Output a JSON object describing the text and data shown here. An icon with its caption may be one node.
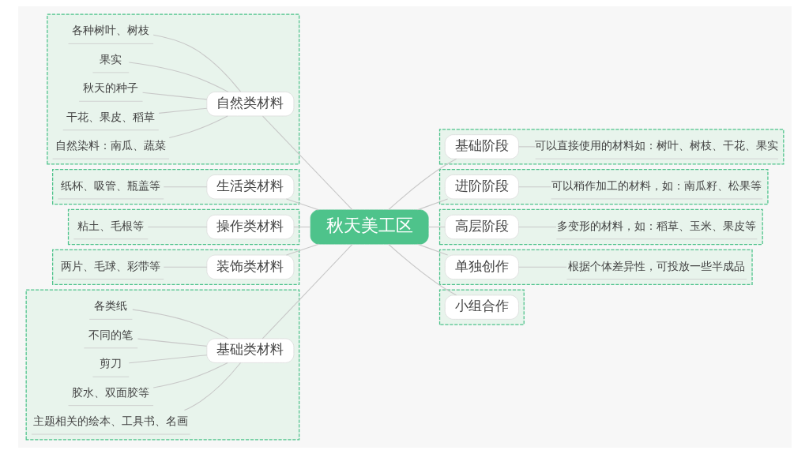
{
  "diagram": {
    "nodes": [
      {
        "text": [
          "秋天美工区"
        ]
      },
      {
        "text": [],
        "shape": "box"
      },
      {
        "text": [
          "自然类材料"
        ],
        "in": 1
      },
      {
        "text": [
          "各种树叶、树枝"
        ],
        "in": 1
      },
      {
        "text": [
          "果实"
        ],
        "in": 1
      },
      {
        "text": [
          "秋天的种子"
        ],
        "in": 1
      },
      {
        "text": [
          "干花、果皮、稻草"
        ],
        "in": 1
      },
      {
        "text": [
          "自然染料：南瓜、蔬菜"
        ],
        "in": 1
      },
      {
        "text": [],
        "shape": "box"
      },
      {
        "text": [
          "生活类材料"
        ],
        "in": 8
      },
      {
        "text": [
          "纸杯、吸管、瓶盖等"
        ],
        "in": 8
      },
      {
        "text": [],
        "shape": "box"
      },
      {
        "text": [
          "操作类材料"
        ],
        "in": 11
      },
      {
        "text": [
          "粘土、毛根等"
        ],
        "in": 11
      },
      {
        "text": [],
        "shape": "box"
      },
      {
        "text": [
          "装饰类材料"
        ],
        "in": 14
      },
      {
        "text": [
          "两片、毛球、彩带等"
        ],
        "in": 14
      },
      {
        "text": [],
        "shape": "box"
      },
      {
        "text": [
          "基础类材料"
        ],
        "in": 17
      },
      {
        "text": [
          "各类纸"
        ],
        "in": 17
      },
      {
        "text": [
          "不同的笔"
        ],
        "in": 17
      },
      {
        "text": [
          "剪刀"
        ],
        "in": 17
      },
      {
        "text": [
          "胶水、双面胶等"
        ],
        "in": 17
      },
      {
        "text": [
          "主题相关的绘本、工具书、名画"
        ],
        "in": 17
      },
      {
        "text": [],
        "shape": "box"
      },
      {
        "text": [
          "基础阶段"
        ],
        "in": 24
      },
      {
        "text": [
          "可以直接使用的材料如：树叶、树枝、干花、果实"
        ],
        "in": 24
      },
      {
        "text": [],
        "shape": "box"
      },
      {
        "text": [
          "进阶阶段"
        ],
        "in": 27
      },
      {
        "text": [
          "可以稍作加工的材料，如：南瓜籽、松果等"
        ],
        "in": 27
      },
      {
        "text": [],
        "shape": "box"
      },
      {
        "text": [
          "高层阶段"
        ],
        "in": 30
      },
      {
        "text": [
          "多变形的材料，如：稻草、玉米、果皮等"
        ],
        "in": 30
      },
      {
        "text": [],
        "shape": "box"
      },
      {
        "text": [
          "单独创作"
        ],
        "in": 33
      },
      {
        "text": [
          "根据个体差异性，可投放一些半成品"
        ],
        "in": 33
      },
      {
        "text": [],
        "shape": "box"
      },
      {
        "text": [
          "小组合作"
        ],
        "in": 36
      }
    ],
    "edges": [
      {
        "from": 0,
        "to": 2,
        "arrow": "none"
      },
      {
        "from": 2,
        "to": 3,
        "arrow": "none"
      },
      {
        "from": 2,
        "to": 4,
        "arrow": "none"
      },
      {
        "from": 2,
        "to": 5,
        "arrow": "none"
      },
      {
        "from": 2,
        "to": 6,
        "arrow": "none"
      },
      {
        "from": 2,
        "to": 7,
        "arrow": "none"
      },
      {
        "from": 0,
        "to": 9,
        "arrow": "none"
      },
      {
        "from": 9,
        "to": 10,
        "arrow": "none"
      },
      {
        "from": 0,
        "to": 12,
        "arrow": "none"
      },
      {
        "from": 12,
        "to": 13,
        "arrow": "none"
      },
      {
        "from": 0,
        "to": 15,
        "arrow": "none"
      },
      {
        "from": 15,
        "to": 16,
        "arrow": "none"
      },
      {
        "from": 0,
        "to": 18,
        "arrow": "none"
      },
      {
        "from": 18,
        "to": 19,
        "arrow": "none"
      },
      {
        "from": 18,
        "to": 20,
        "arrow": "none"
      },
      {
        "from": 18,
        "to": 21,
        "arrow": "none"
      },
      {
        "from": 18,
        "to": 22,
        "arrow": "none"
      },
      {
        "from": 18,
        "to": 23,
        "arrow": "none"
      },
      {
        "from": 0,
        "to": 25,
        "arrow": "none"
      },
      {
        "from": 25,
        "to": 26,
        "arrow": "none"
      },
      {
        "from": 0,
        "to": 28,
        "arrow": "none"
      },
      {
        "from": 28,
        "to": 29,
        "arrow": "none"
      },
      {
        "from": 0,
        "to": 31,
        "arrow": "none"
      },
      {
        "from": 31,
        "to": 32,
        "arrow": "none"
      },
      {
        "from": 0,
        "to": 34,
        "arrow": "none"
      },
      {
        "from": 34,
        "to": 35,
        "arrow": "none"
      },
      {
        "from": 0,
        "to": 37,
        "arrow": "none"
      }
    ]
  }
}
